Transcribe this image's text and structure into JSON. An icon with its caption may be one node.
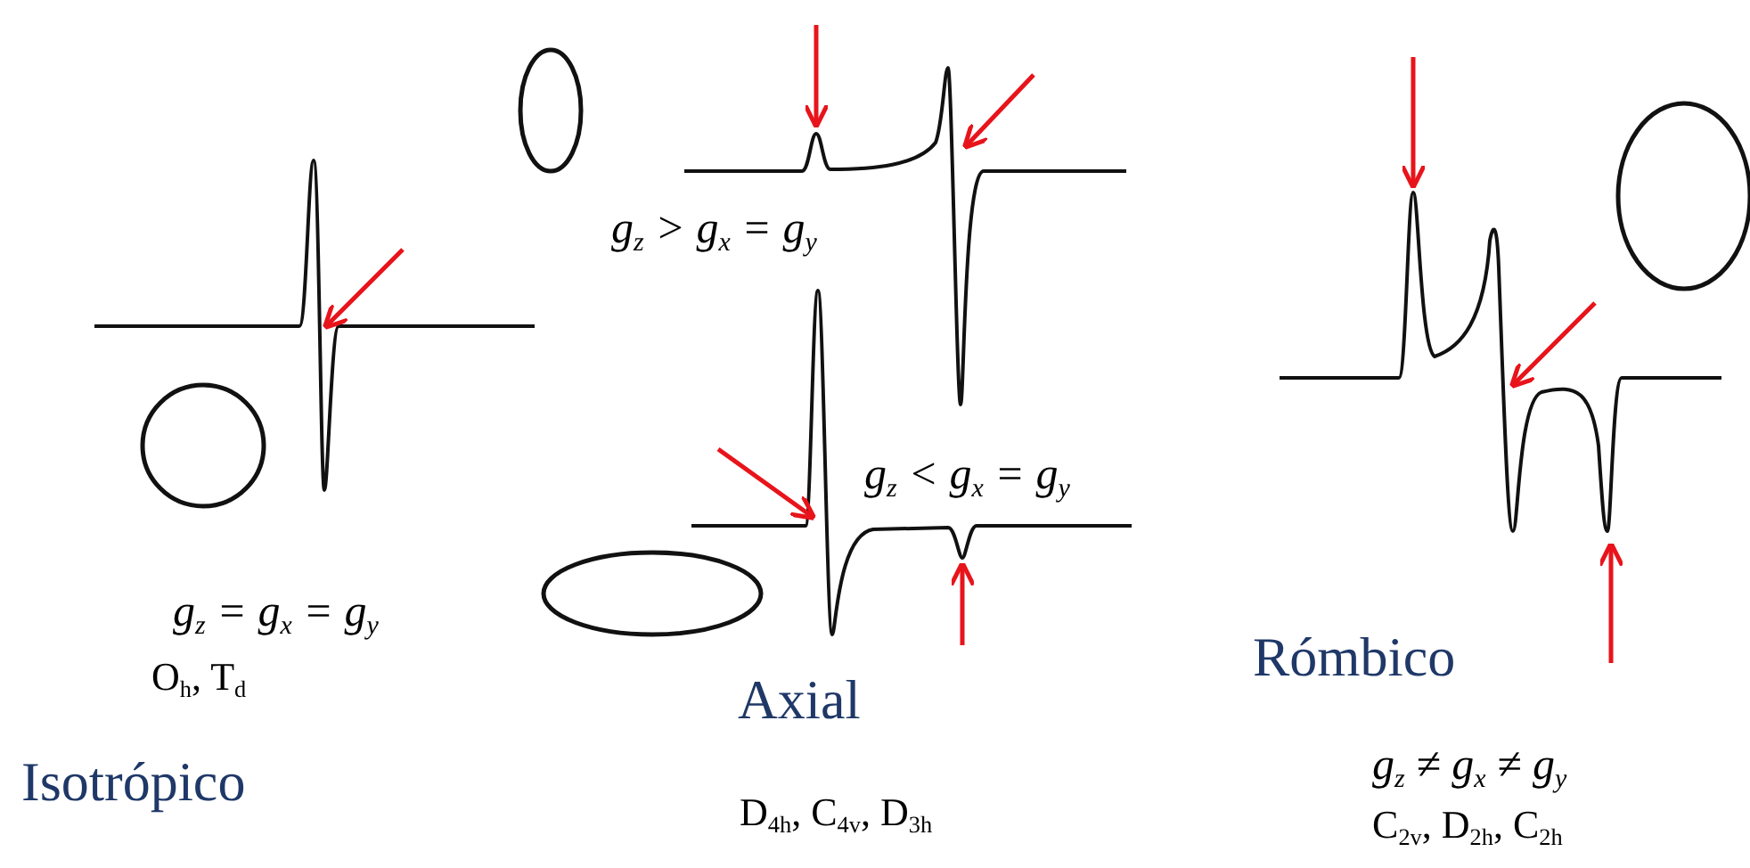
{
  "diagram": {
    "labels": [
      "g$_{z}$ > g$_{x}$ = g$_{y}$",
      "g$_{z}$ < g$_{x}$ = g$_{y}$",
      "g$_{z}$ = g$_{x}$ = g$_{y}$",
      "O$_{h}$, T$_{d}$",
      "Rómbico",
      "Axial",
      "g$_{z}$ ≠ g$_{x}$ ≠ g$_{y}$",
      "Isotrópico",
      "D$_{4h}$, C$_{4v}$, D$_{3h}$",
      "C$_{2v}$, D$_{2h}$, C$_{2h}$"
    ]
  }
}
